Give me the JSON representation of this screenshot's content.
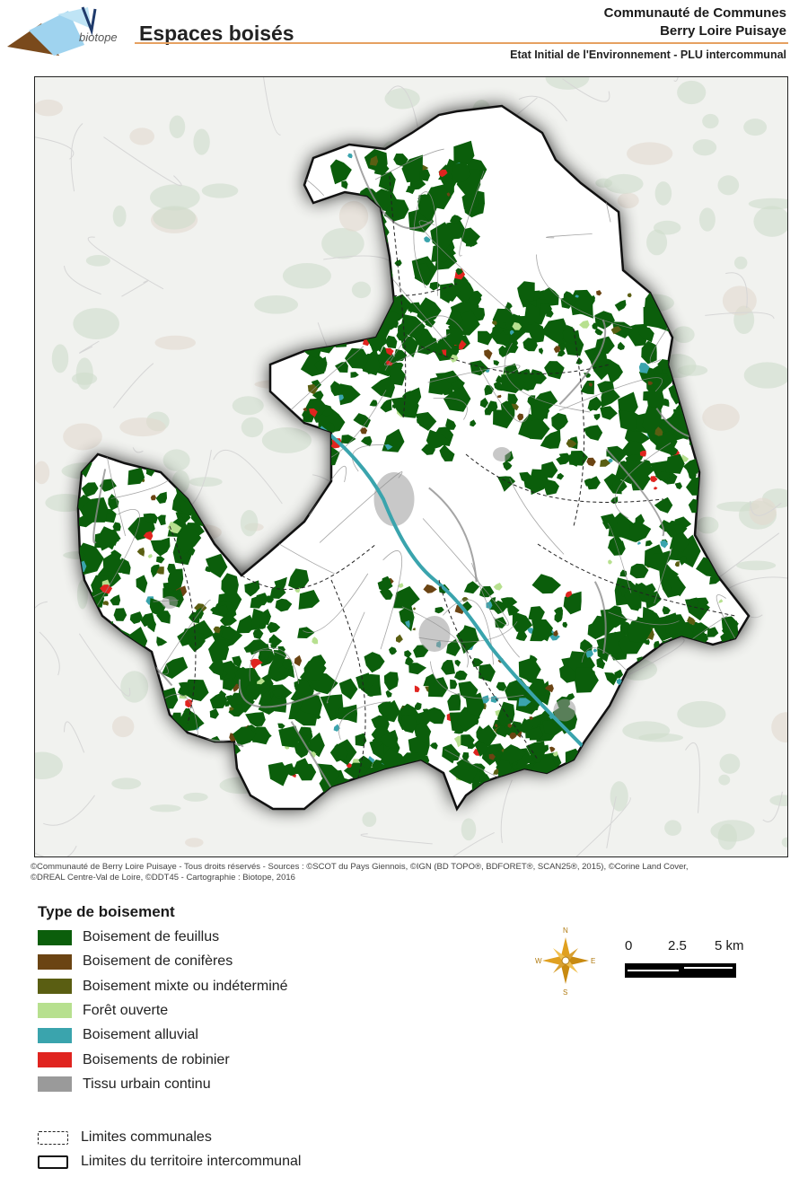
{
  "header": {
    "logo_text": "biotope",
    "title": "Espaces boisés",
    "org_line1": "Communauté de Communes",
    "org_line2": "Berry Loire Puisaye",
    "subtitle": "Etat Initial de l'Environnement - PLU intercommunal"
  },
  "colors": {
    "feuillus": "#0b5e0b",
    "coniferes": "#6b4413",
    "mixte": "#5a5e12",
    "foret_ouverte": "#b7e08f",
    "alluvial": "#3aa4ad",
    "robinier": "#e0241f",
    "urbain": "#9a9a9a",
    "territory_fill": "#ffffff",
    "background": "#f1f2ef"
  },
  "credit": {
    "line1": "©Communauté de Berry Loire Puisaye - Tous droits réservés - Sources : ©SCOT du Pays Giennois, ©IGN (BD TOPO®, BDFORET®, SCAN25®, 2015), ©Corine Land Cover,",
    "line2": "©DREAL Centre-Val de Loire, ©DDT45 - Cartographie : Biotope, 2016"
  },
  "legend": {
    "title": "Type de boisement",
    "items": [
      {
        "label": "Boisement de feuillus",
        "color_key": "feuillus"
      },
      {
        "label": "Boisement de conifères",
        "color_key": "coniferes"
      },
      {
        "label": "Boisement mixte ou indéterminé",
        "color_key": "mixte"
      },
      {
        "label": "Forêt ouverte",
        "color_key": "foret_ouverte"
      },
      {
        "label": "Boisement alluvial",
        "color_key": "alluvial"
      },
      {
        "label": "Boisements de robinier",
        "color_key": "robinier"
      },
      {
        "label": "Tissu urbain continu",
        "color_key": "urbain"
      }
    ],
    "limits": [
      {
        "label": "Limites communales",
        "style": "dashed"
      },
      {
        "label": "Limites du territoire intercommunal",
        "style": "solid"
      }
    ]
  },
  "compass": {
    "n": "N",
    "s": "S",
    "e": "E",
    "w": "W"
  },
  "scale": {
    "labels": [
      "0",
      "2.5",
      "5 km"
    ]
  }
}
